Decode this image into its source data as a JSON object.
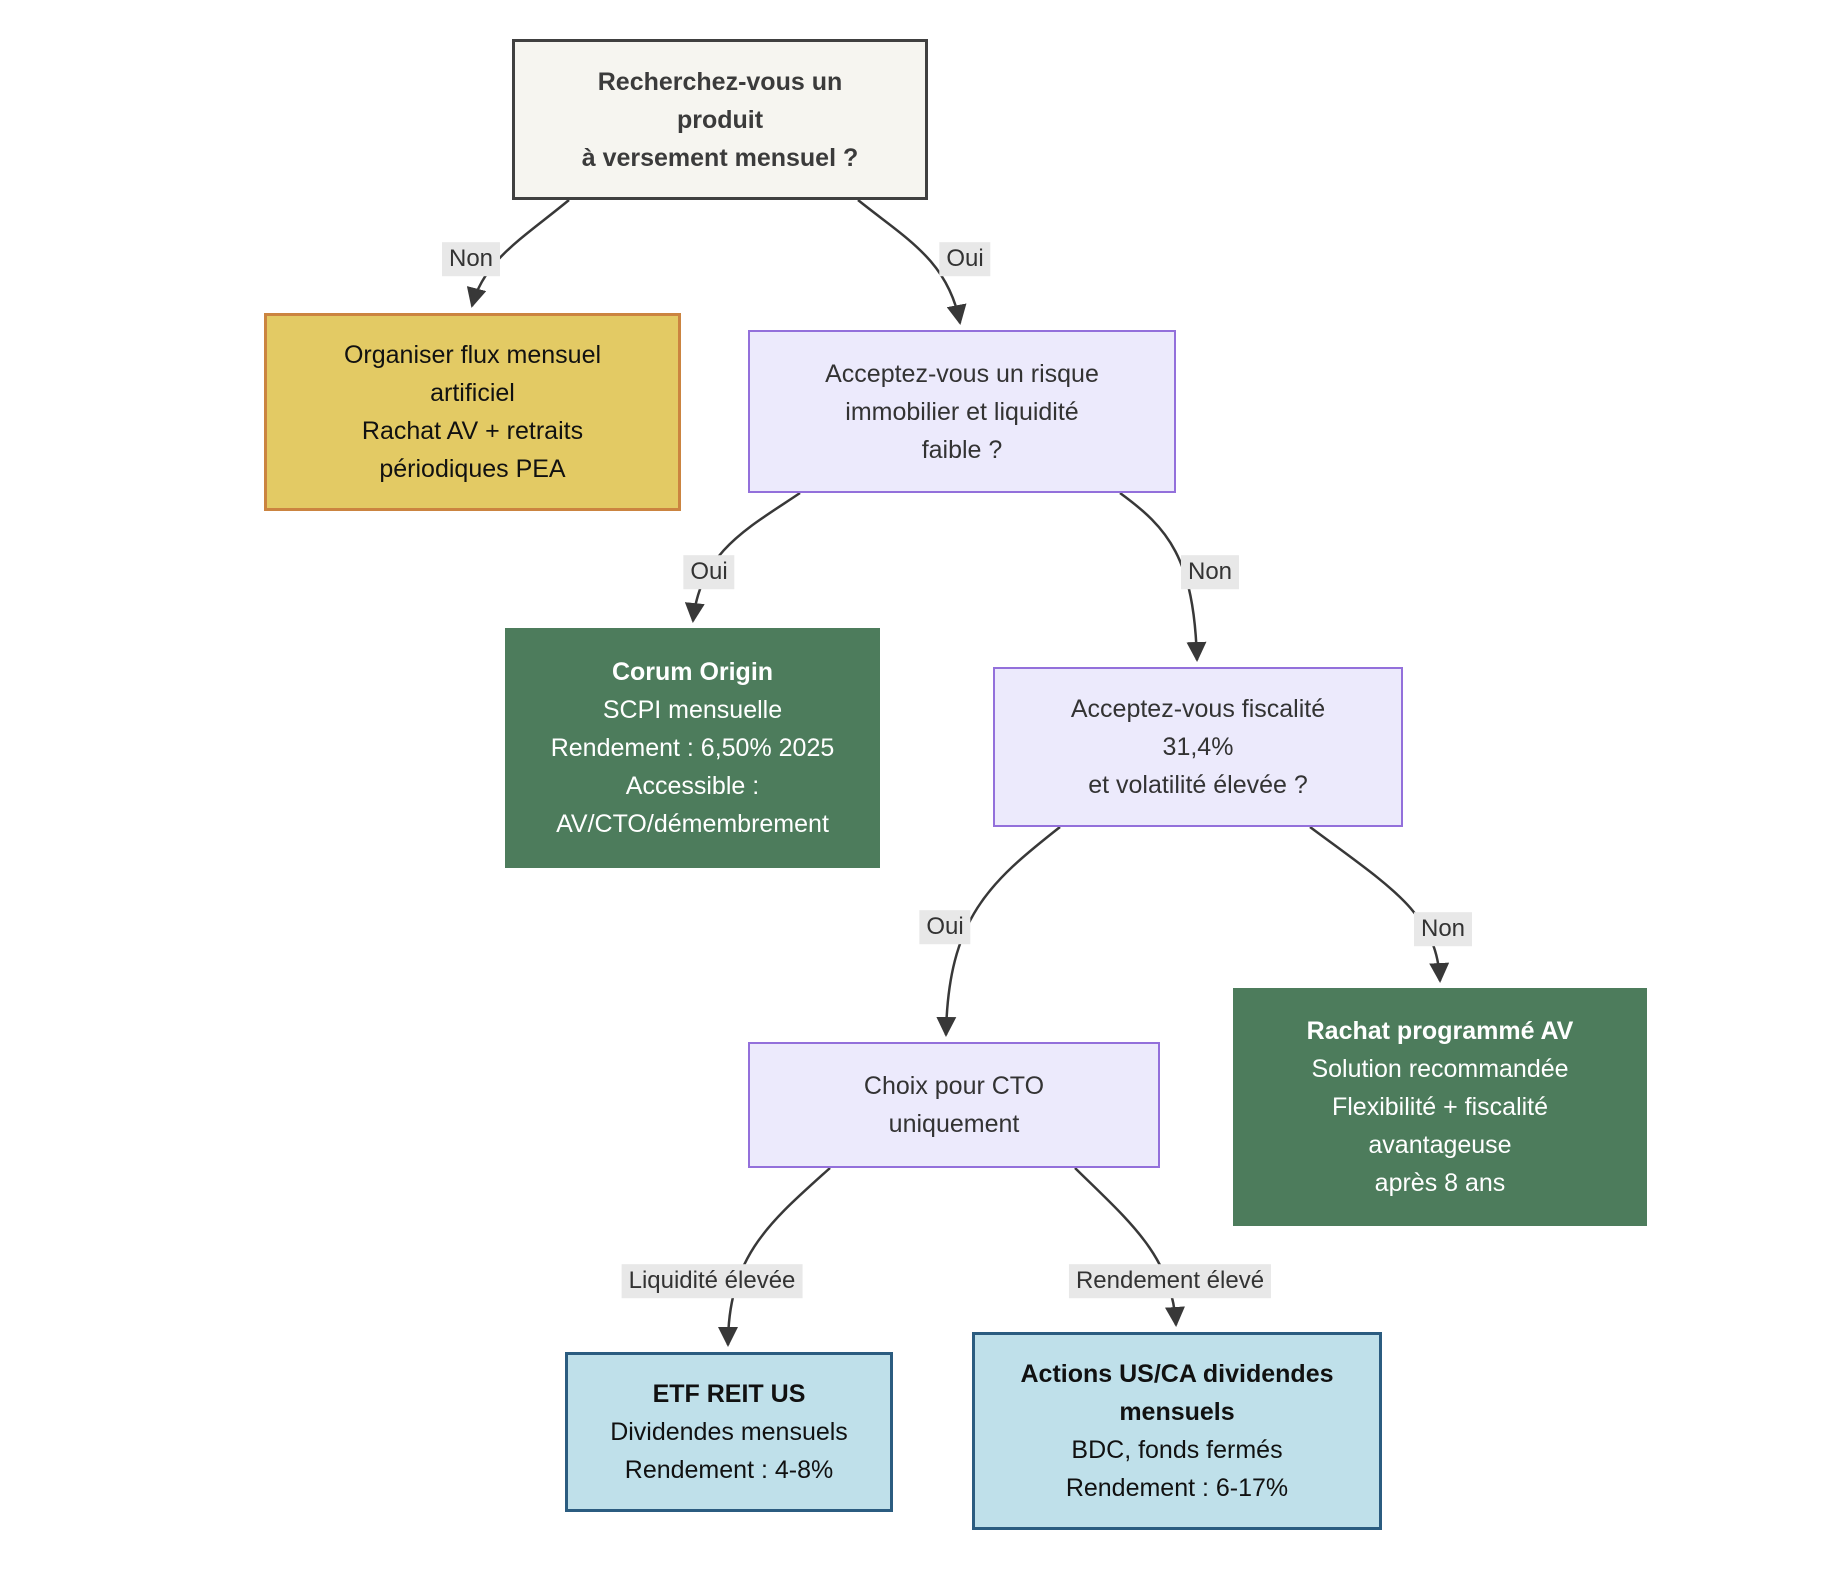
{
  "flowchart": {
    "nodes": {
      "root_question": {
        "lines": [
          "Recherchez-vous un",
          "produit",
          "à versement mensuel ?"
        ]
      },
      "artificial_flow": {
        "lines": [
          "Organiser flux mensuel",
          "artificiel",
          "Rachat AV + retraits",
          "périodiques PEA"
        ]
      },
      "risk_question": {
        "lines": [
          "Acceptez-vous un risque",
          "immobilier et liquidité",
          "faible ?"
        ]
      },
      "corum_origin": {
        "lines": [
          "Corum Origin",
          "SCPI mensuelle",
          "Rendement : 6,50% 2025",
          "Accessible :",
          "AV/CTO/démembrement"
        ]
      },
      "tax_question": {
        "lines": [
          "Acceptez-vous fiscalité",
          "31,4%",
          "et volatilité élevée ?"
        ]
      },
      "cto_choice": {
        "lines": [
          "Choix pour CTO",
          "uniquement"
        ]
      },
      "rachat_av": {
        "lines": [
          "Rachat programmé AV",
          "Solution recommandée",
          "Flexibilité + fiscalité",
          "avantageuse",
          "après 8 ans"
        ]
      },
      "etf_reit": {
        "lines": [
          "ETF REIT US",
          "Dividendes mensuels",
          "Rendement : 4-8%"
        ]
      },
      "actions_us_ca": {
        "lines": [
          "Actions US/CA dividendes",
          "mensuels",
          "BDC, fonds fermés",
          "Rendement : 6-17%"
        ]
      }
    },
    "edge_labels": {
      "non_1": "Non",
      "oui_1": "Oui",
      "oui_2": "Oui",
      "non_2": "Non",
      "oui_3": "Oui",
      "non_3": "Non",
      "liquidity": "Liquidité élevée",
      "yield": "Rendement élevé"
    },
    "colors": {
      "root_fill": "#f6f5f0",
      "root_border": "#404040",
      "warning_fill": "#e3ca64",
      "warning_border": "#cb8440",
      "question_fill": "#eceafc",
      "question_border": "#9370db",
      "solution_fill": "#4d7c5c",
      "product_fill": "#bfe0ea",
      "product_border": "#2b5c80",
      "edge": "#383838",
      "edge_label_bg": "#e8e8e8"
    }
  }
}
